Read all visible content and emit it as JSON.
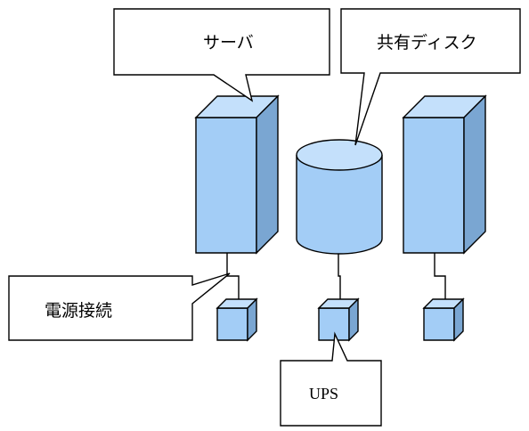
{
  "labels": {
    "server": "サーバ",
    "shared_disk": "共有ディスク",
    "power_connection": "電源接続",
    "ups": "UPS"
  },
  "colors": {
    "front": "#a3cdf6",
    "top": "#c4e0fb",
    "side": "#7aa6d2",
    "outline": "#000000"
  }
}
